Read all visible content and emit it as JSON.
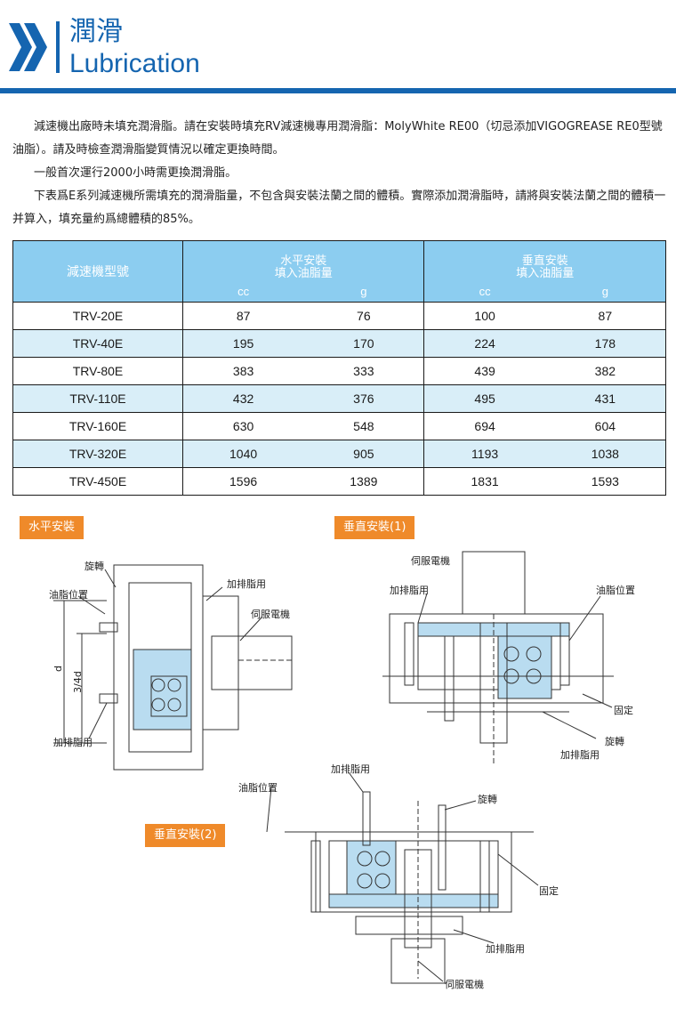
{
  "header": {
    "title_zh": "潤滑",
    "title_en": "Lubrication"
  },
  "intro": {
    "p1": "減速機出廠時未填充潤滑脂。請在安裝時填充RV減速機專用潤滑脂：MolyWhite RE00（切忌添加VIGOGREASE RE0型號油脂）。請及時檢查潤滑脂變質情況以確定更換時間。",
    "p2": "一般首次運行2000小時需更換潤滑脂。",
    "p3": "下表爲E系列減速機所需填充的潤滑脂量，不包含與安裝法蘭之間的體積。實際添加潤滑脂時，請將與安裝法蘭之間的體積一并算入，填充量約爲總體積的85%。"
  },
  "table": {
    "model_header": "減速機型號",
    "group_h_title1": "水平安裝",
    "group_h_title2": "填入油脂量",
    "group_v_title1": "垂直安裝",
    "group_v_title2": "填入油脂量",
    "unit_cc": "cc",
    "unit_g": "g",
    "rows": [
      {
        "model": "TRV-20E",
        "h_cc": "87",
        "h_g": "76",
        "v_cc": "100",
        "v_g": "87"
      },
      {
        "model": "TRV-40E",
        "h_cc": "195",
        "h_g": "170",
        "v_cc": "224",
        "v_g": "178"
      },
      {
        "model": "TRV-80E",
        "h_cc": "383",
        "h_g": "333",
        "v_cc": "439",
        "v_g": "382"
      },
      {
        "model": "TRV-110E",
        "h_cc": "432",
        "h_g": "376",
        "v_cc": "495",
        "v_g": "431"
      },
      {
        "model": "TRV-160E",
        "h_cc": "630",
        "h_g": "548",
        "v_cc": "694",
        "v_g": "604"
      },
      {
        "model": "TRV-320E",
        "h_cc": "1040",
        "h_g": "905",
        "v_cc": "1193",
        "v_g": "1038"
      },
      {
        "model": "TRV-450E",
        "h_cc": "1596",
        "h_g": "1389",
        "v_cc": "1831",
        "v_g": "1593"
      }
    ]
  },
  "badges": {
    "horizontal": "水平安裝",
    "vertical1": "垂直安裝(1)",
    "vertical2": "垂直安裝(2)"
  },
  "labels": {
    "rotate": "旋轉",
    "oil_level": "油脂位置",
    "fill_drain": "加排脂用",
    "servo_motor": "伺服電機",
    "fixed": "固定",
    "dim_d": "d",
    "dim_34d": "3/4d"
  },
  "colors": {
    "brand_blue": "#1565b0",
    "table_header": "#8ccdf0",
    "row_alt": "#d9eef8",
    "badge": "#ef8a2a",
    "grease_fill": "#b9dcf0"
  }
}
